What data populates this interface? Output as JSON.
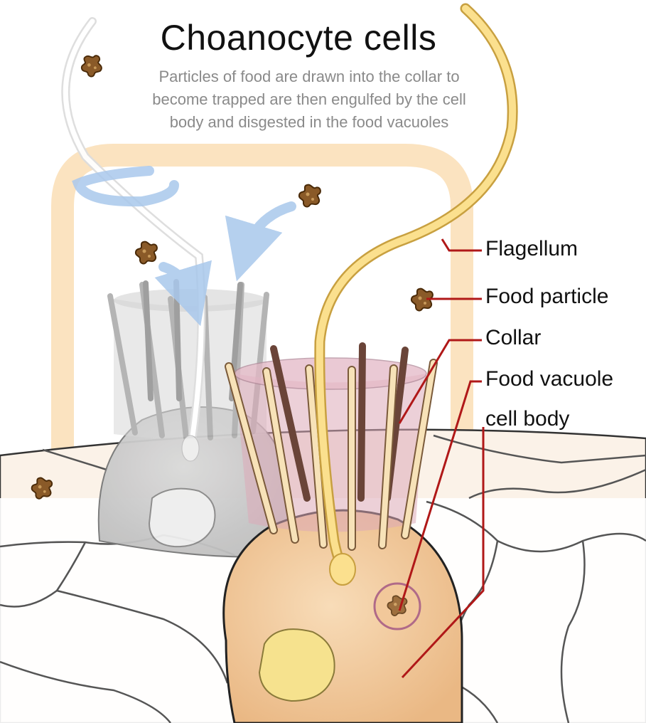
{
  "title": "Choanocyte cells",
  "description": {
    "line1": "Particles of food are drawn into the collar to",
    "line2": "become trapped are then engulfed by the cell",
    "line3": "body and disgested in the food vacuoles"
  },
  "labels": {
    "flagellum": "Flagellum",
    "food_particle": "Food particle",
    "collar": "Collar",
    "food_vacuole": "Food vacuole",
    "cell_body": "cell body"
  },
  "colors": {
    "cell_body": "#f2c89a",
    "collar_tint": "#d9a8b8",
    "flagellum": "#f7d98a",
    "food_particle": "#8a5a28",
    "leader_line": "#b01818",
    "water_flow": "#fbe3c0",
    "flow_arrow": "#a9c8ec",
    "faded_cell": "#c8c8c8"
  }
}
